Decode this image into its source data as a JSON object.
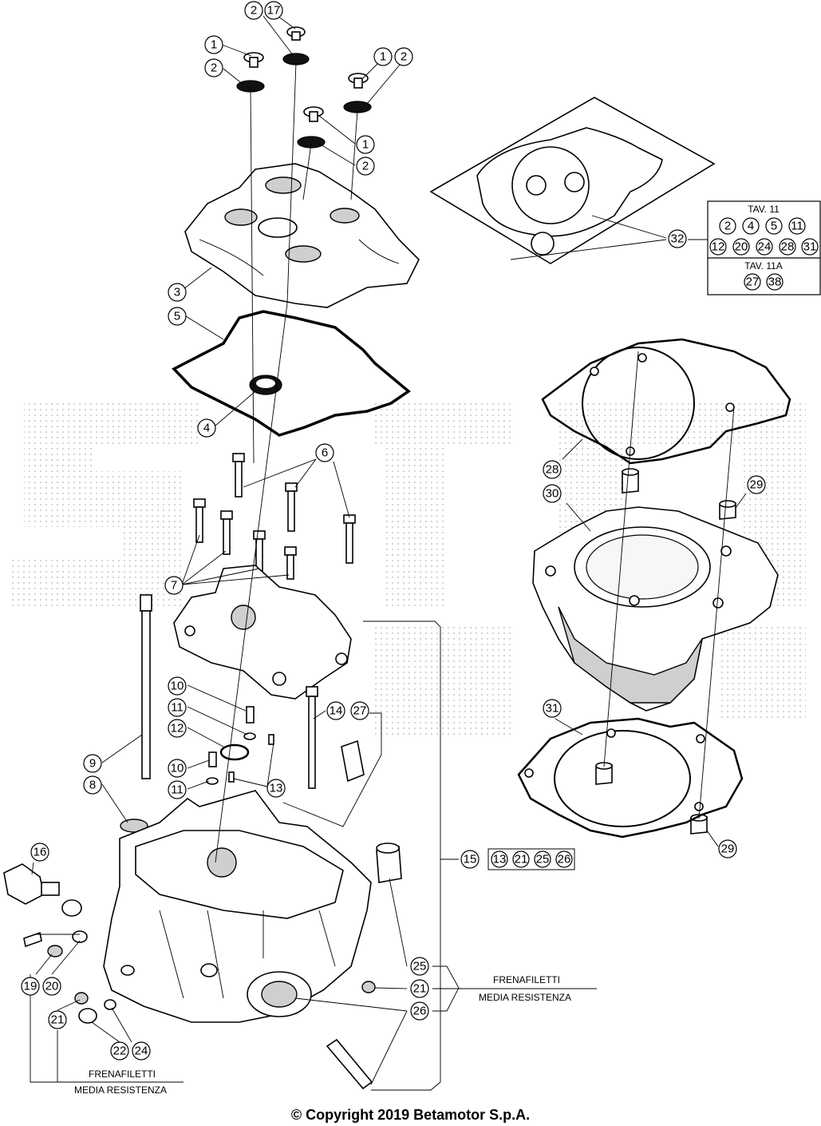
{
  "copyright": "© Copyright 2019 Betamotor S.p.A.",
  "ref_box": {
    "tav11_title": "TAV. 11",
    "tav11_row1": [
      "2",
      "4",
      "5",
      "11"
    ],
    "tav11_row2": [
      "12",
      "20",
      "24",
      "28",
      "31"
    ],
    "tav11a_title": "TAV. 11A",
    "tav11a_row": [
      "27",
      "38"
    ]
  },
  "kit_box": {
    "parts": [
      "13",
      "21",
      "25",
      "26"
    ]
  },
  "notes": {
    "threadlock_right_line1": "FRENAFILETTI",
    "threadlock_right_line2": "MEDIA RESISTENZA",
    "threadlock_left_line1": "FRENAFILETTI",
    "threadlock_left_line2": "MEDIA RESISTENZA"
  },
  "callouts": [
    {
      "n": "2"
    },
    {
      "n": "17"
    },
    {
      "n": "1"
    },
    {
      "n": "2"
    },
    {
      "n": "1"
    },
    {
      "n": "2"
    },
    {
      "n": "1"
    },
    {
      "n": "2"
    },
    {
      "n": "3"
    },
    {
      "n": "5"
    },
    {
      "n": "4"
    },
    {
      "n": "6"
    },
    {
      "n": "7"
    },
    {
      "n": "10"
    },
    {
      "n": "11"
    },
    {
      "n": "12"
    },
    {
      "n": "10"
    },
    {
      "n": "11"
    },
    {
      "n": "9"
    },
    {
      "n": "8"
    },
    {
      "n": "14"
    },
    {
      "n": "27"
    },
    {
      "n": "13"
    },
    {
      "n": "16"
    },
    {
      "n": "19"
    },
    {
      "n": "20"
    },
    {
      "n": "21"
    },
    {
      "n": "22"
    },
    {
      "n": "24"
    },
    {
      "n": "25"
    },
    {
      "n": "21"
    },
    {
      "n": "26"
    },
    {
      "n": "15"
    },
    {
      "n": "32"
    },
    {
      "n": "28"
    },
    {
      "n": "30"
    },
    {
      "n": "29"
    },
    {
      "n": "31"
    },
    {
      "n": "29"
    }
  ]
}
